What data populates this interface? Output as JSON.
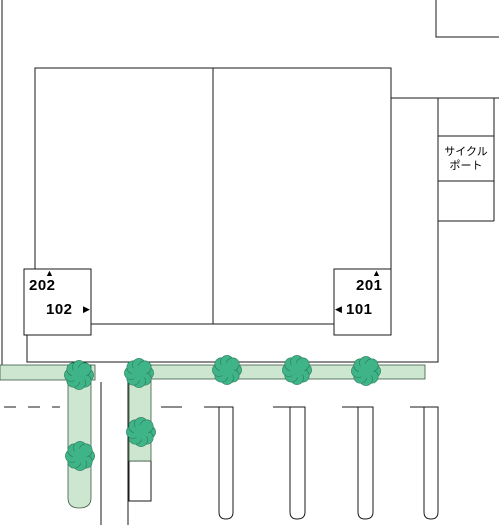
{
  "colors": {
    "line": "#1a1a1a",
    "hedge_fill": "#cde6cf",
    "hedge_stroke": "#3d5a3f",
    "tree_fill": "#3fb488",
    "tree_stroke": "#2a7a5a"
  },
  "units": {
    "u202": "202",
    "u102": "102",
    "u201": "201",
    "u101": "101"
  },
  "markers": {
    "up": "▲",
    "right": "▶",
    "left": "◀"
  },
  "cycle_port": {
    "line1": "サイクル",
    "line2": "ポート"
  },
  "icons": {
    "tree": "tree-icon",
    "entrance": "triangle-arrow-icon"
  }
}
